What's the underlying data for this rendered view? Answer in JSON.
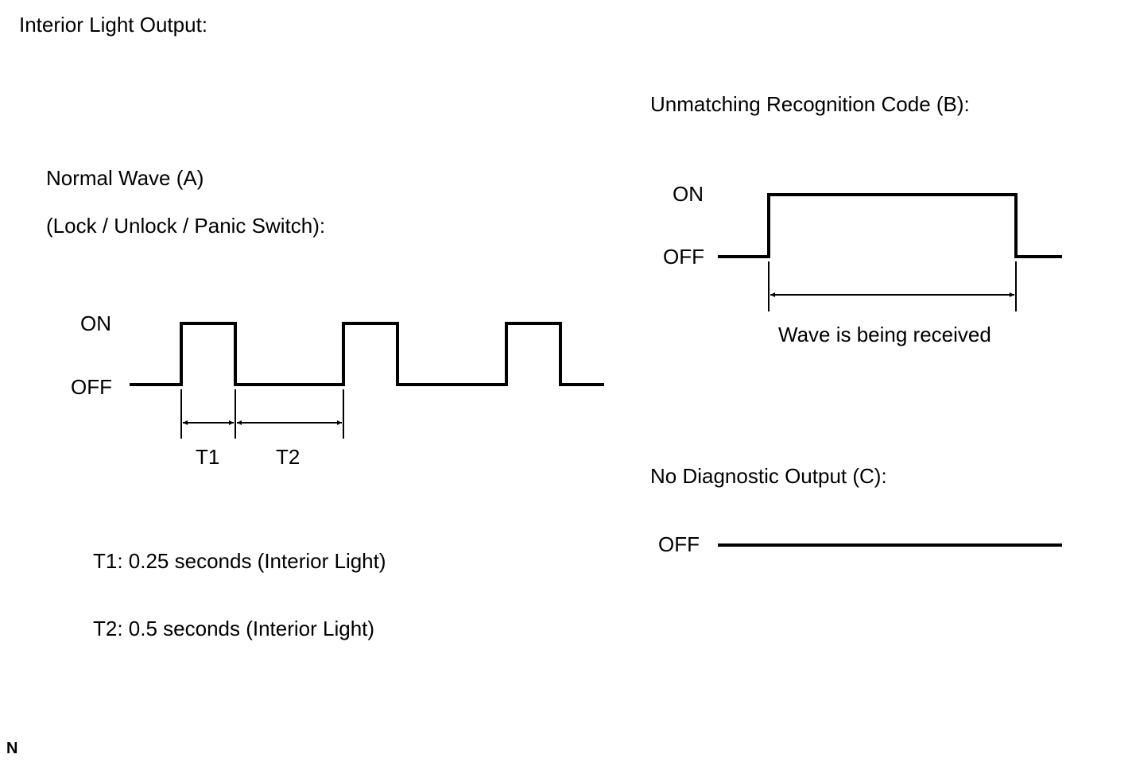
{
  "page_title": "Interior Light Output:",
  "normal_wave": {
    "title": "Normal Wave (A)",
    "subtitle": "(Lock / Unlock / Panic Switch):",
    "on_label": "ON",
    "off_label": "OFF",
    "t1_label": "T1",
    "t2_label": "T2",
    "note_t1": "T1: 0.25 seconds (Interior Light)",
    "note_t2": "T2: 0.5 seconds (Interior Light)"
  },
  "unmatching": {
    "title": "Unmatching Recognition Code (B):",
    "on_label": "ON",
    "off_label": "OFF",
    "duration_label": "Wave is being received"
  },
  "no_output": {
    "title": "No Diagnostic Output (C):",
    "off_label": "OFF"
  },
  "corner_mark": "N",
  "line_color": "#000000"
}
